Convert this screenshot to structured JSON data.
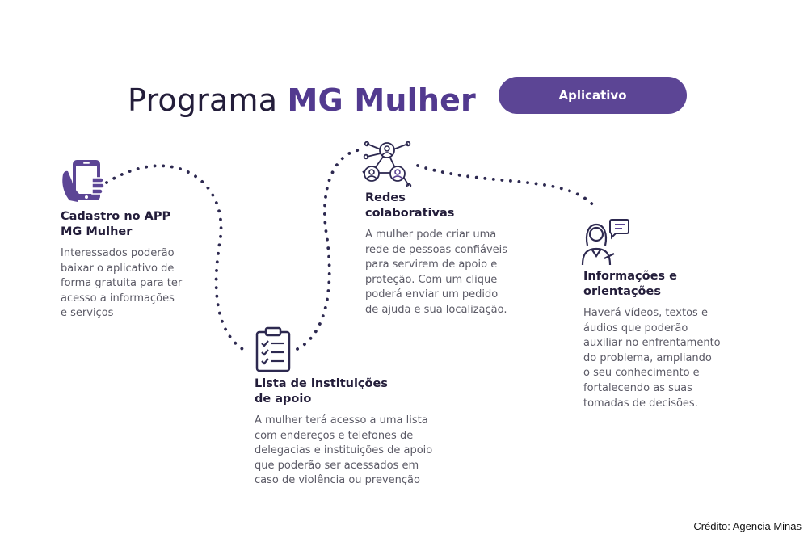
{
  "title": {
    "prefix": "Programa ",
    "accent": "MG Mulher"
  },
  "badge": "Aplicativo",
  "colors": {
    "accent": "#5c4595",
    "dark": "#231d3a",
    "dots": "#2d2950"
  },
  "sections": {
    "cadastro": {
      "icon": "smartphone-hand-icon",
      "heading_line1": "Cadastro no APP",
      "heading_line2": "MG Mulher",
      "lines": [
        "Interessados poderão",
        "baixar o aplicativo de",
        "forma gratuita para ter",
        "acesso a informações",
        "e serviços"
      ]
    },
    "lista": {
      "icon": "clipboard-checklist-icon",
      "heading_line1": "Lista de instituições",
      "heading_line2": "de apoio",
      "lines": [
        "A mulher terá acesso a uma lista",
        "com endereços e telefones de",
        "delegacias e instituições de apoio",
        "que poderão ser acessados em",
        "caso de violência ou prevenção"
      ]
    },
    "redes": {
      "icon": "network-people-icon",
      "heading_line1": "Redes",
      "heading_line2": "colaborativas",
      "lines": [
        "A mulher pode criar uma",
        "rede de pessoas confiáveis",
        "para servirem de apoio e",
        "proteção. Com um clique",
        "poderá enviar um pedido",
        "de ajuda e sua localização."
      ]
    },
    "info": {
      "icon": "woman-chat-icon",
      "heading_line1": "Informações e",
      "heading_line2": "orientações",
      "lines": [
        "Haverá vídeos, textos e",
        "áudios que poderão",
        "auxiliar no enfrentamento",
        "do problema, ampliando",
        "o seu conhecimento e",
        "fortalecendo as suas",
        "tomadas de decisões."
      ]
    }
  },
  "credit": "Crédito: Agencia Minas"
}
